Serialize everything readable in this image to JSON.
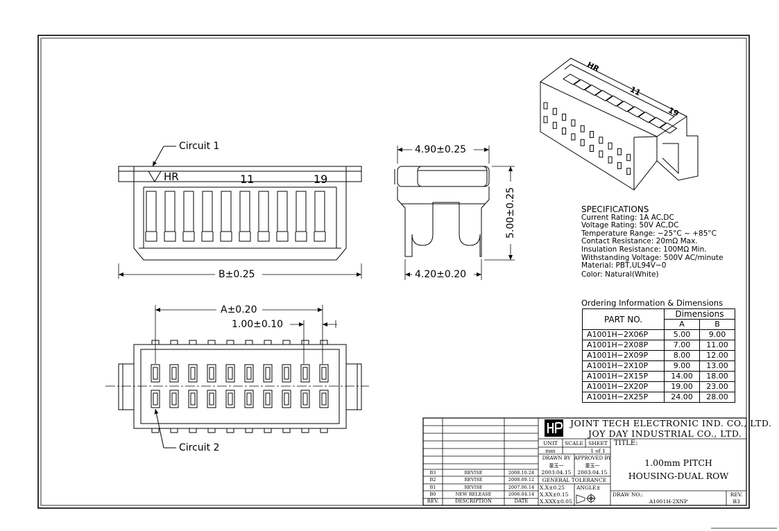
{
  "front_view": {
    "circuit1_label": "Circuit 1",
    "marker_text": "HR",
    "pin_label_11": "11",
    "pin_label_19": "19",
    "dim_b": "B±0.25"
  },
  "side_view": {
    "dim_width_top": "4.90±0.25",
    "dim_width_bottom": "4.20±0.20",
    "dim_height": "5.00±0.25"
  },
  "bottom_view": {
    "dim_a": "A±0.20",
    "dim_pitch": "1.00±0.10",
    "circuit2_label": "Circuit 2"
  },
  "iso_view": {
    "marker_text": "HR",
    "pin_label_11": "11",
    "pin_label_19": "19"
  },
  "specifications": {
    "title": "SPECIFICATIONS",
    "lines": [
      "Current Rating: 1A AC,DC",
      "Voltage Rating: 50V AC,DC",
      "Temperature Range: −25°C ~ +85°C",
      "Contact Resistance: 20mΩ Max.",
      "Insulation Resistance: 100MΩ Min.",
      "Withstanding Voltage: 500V AC/minute",
      "Material: PBT,UL94V−0",
      "Color: Natural(White)"
    ]
  },
  "ordering": {
    "title": "Ordering Information & Dimensions",
    "col_part": "PART NO.",
    "col_dimensions": "Dimensions",
    "col_a": "A",
    "col_b": "B",
    "rows": [
      {
        "part": "A1001H−2X06P",
        "a": "5.00",
        "b": "9.00"
      },
      {
        "part": "A1001H−2X08P",
        "a": "7.00",
        "b": "11.00"
      },
      {
        "part": "A1001H−2X09P",
        "a": "8.00",
        "b": "12.00"
      },
      {
        "part": "A1001H−2X10P",
        "a": "9.00",
        "b": "13.00"
      },
      {
        "part": "A1001H−2X15P",
        "a": "14.00",
        "b": "18.00"
      },
      {
        "part": "A1001H−2X20P",
        "a": "19.00",
        "b": "23.00"
      },
      {
        "part": "A1001H−2X25P",
        "a": "24.00",
        "b": "28.00"
      }
    ]
  },
  "title_block": {
    "company1": "JOINT TECH ELECTRONIC IND. CO., LTD.",
    "company2": "JOY DAY INDUSTRIAL CO., LTD.",
    "unit_label": "UNIT",
    "unit_value": "mm",
    "scale_label": "SCALE",
    "sheet_label": "SHEET",
    "sheet_value": "1 of 1",
    "title_label": "TITLE:",
    "title_line1": "1.00mm PITCH",
    "title_line2": "HOUSING-DUAL ROW",
    "drawn_by_label": "DRAWN BY",
    "drawn_by_name": "童玉一",
    "drawn_date": "2003.04.15",
    "approved_by_label": "APPROVED BY",
    "approved_by_name": "童玉一",
    "approved_date": "2003.04.15",
    "tolerance_label": "GENERAL TOLERANCE",
    "tol1": "X.X±0.25",
    "tol2": "X.XX±0.15",
    "tol3": "X.XXX±0.05",
    "angle_label": "ANGLE±",
    "drawing_no_label": "DRAW NO.:",
    "drawing_no": "A1001H-2XNP",
    "rev_label": "REV.",
    "rev_value": "B3",
    "revisions": [
      {
        "rev": "B3",
        "desc": "REVISE",
        "date": "2008.10.24"
      },
      {
        "rev": "B2",
        "desc": "REVISE",
        "date": "2008.09.12"
      },
      {
        "rev": "B1",
        "desc": "REVISE",
        "date": "2007.06.14"
      },
      {
        "rev": "B0",
        "desc": "NEW RELEASE",
        "date": "2006.04.14"
      }
    ],
    "rev_header": "REV.",
    "desc_header": "DESCRIPTION",
    "date_header": "DATE"
  }
}
